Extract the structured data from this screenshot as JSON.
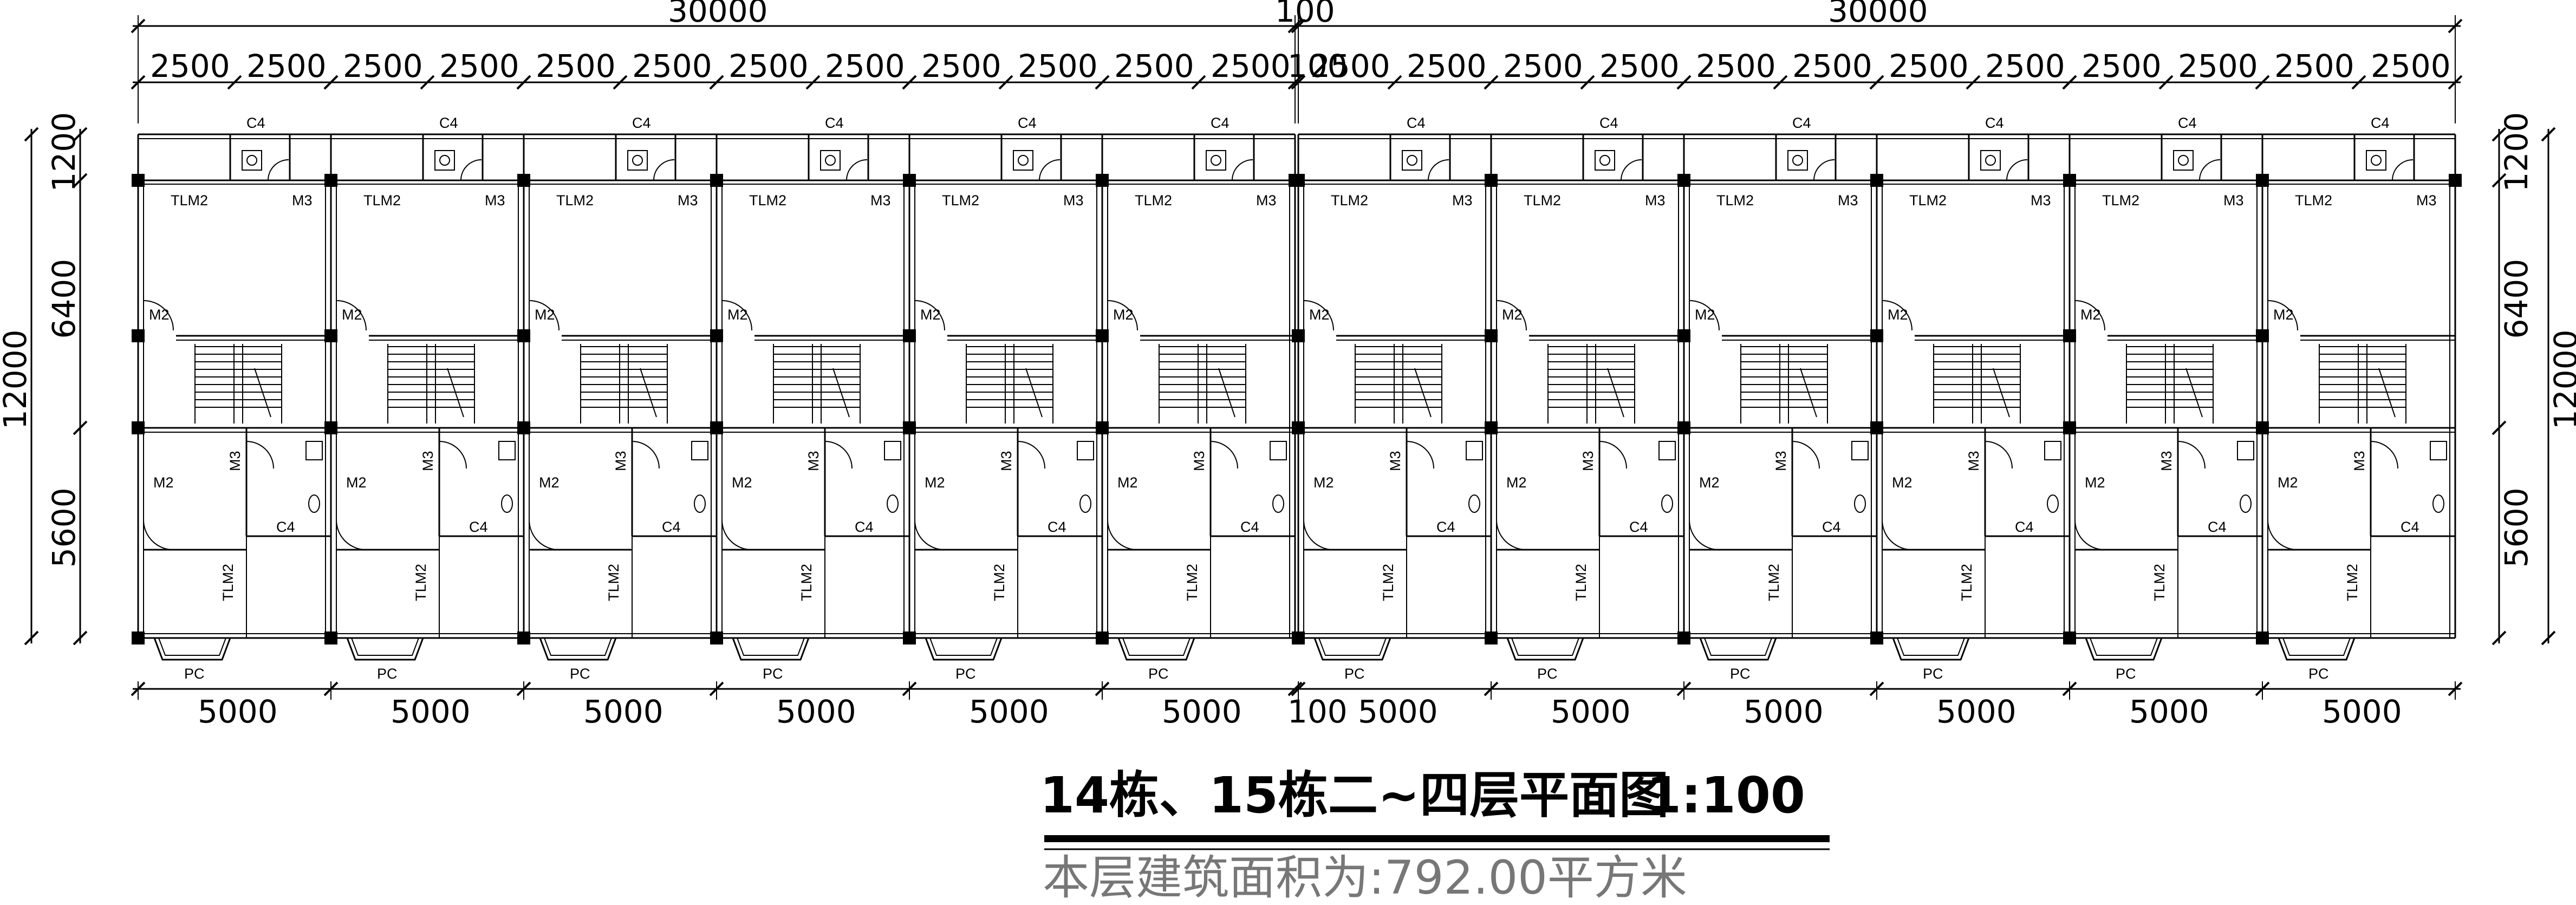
{
  "drawing": {
    "title": "14栋、15栋二~四层平面图",
    "scale": "1:100",
    "area_note": "本层建筑面积为:792.00平方米"
  },
  "top_dims": {
    "overall": [
      "30000",
      "100",
      "30000"
    ],
    "bays": [
      "2500",
      "2500",
      "2500",
      "2500",
      "2500",
      "2500",
      "2500",
      "2500",
      "2500",
      "2500",
      "2500",
      "2500",
      "2500",
      "2500",
      "2500",
      "2500",
      "2500",
      "2500",
      "2500",
      "2500",
      "2500",
      "2500",
      "2500",
      "2500"
    ],
    "gap": "100"
  },
  "bottom_dims": {
    "units": [
      "5000",
      "5000",
      "5000",
      "5000",
      "5000",
      "5000",
      "5000",
      "5000",
      "5000",
      "5000",
      "5000",
      "5000"
    ],
    "gap": "100"
  },
  "side_dims": {
    "segments": [
      "1200",
      "6400",
      "5600"
    ],
    "overall": "12000"
  },
  "labels": {
    "window_c4": "C4",
    "door_m3": "M3",
    "door_m2": "M2",
    "sliding_door": "TLM2",
    "bay_window": "PC"
  },
  "unit_count": 12
}
